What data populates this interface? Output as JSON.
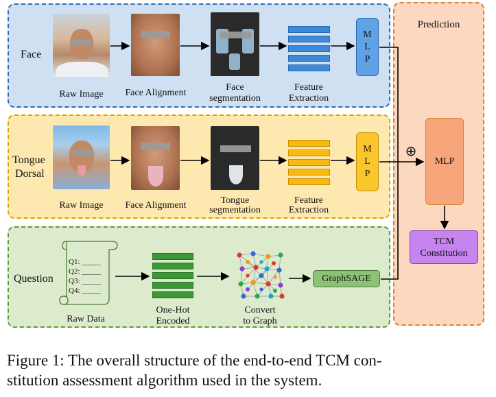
{
  "face": {
    "row_label": "Face",
    "raw_image": "Raw Image",
    "face_alignment": "Face Alignment",
    "segmentation": [
      "Face",
      "segmentation"
    ],
    "feature_extraction": [
      "Feature",
      "Extraction"
    ],
    "mlp": [
      "M",
      "L",
      "P"
    ]
  },
  "tongue": {
    "row_label": [
      "Tongue",
      "Dorsal"
    ],
    "raw_image": "Raw Image",
    "face_alignment": "Face Alignment",
    "segmentation": [
      "Tongue",
      "segmentation"
    ],
    "feature_extraction": [
      "Feature",
      "Extraction"
    ],
    "mlp": [
      "M",
      "L",
      "P"
    ]
  },
  "question": {
    "row_label": "Question",
    "raw_data": "Raw Data",
    "items": [
      "Q1: _____",
      "Q2: _____",
      "Q3: _____",
      "Q4: _____"
    ],
    "one_hot": [
      "One-Hot",
      "Encoded"
    ],
    "convert": [
      "Convert",
      "to Graph"
    ],
    "graphsage": "GraphSAGE"
  },
  "prediction": {
    "title": "Prediction",
    "mlp": "MLP",
    "plus": "⊕",
    "output": [
      "TCM",
      "Constitution"
    ]
  },
  "caption": [
    "Figure 1: The overall structure of the end-to-end TCM con-",
    "stitution assessment algorithm used in the system."
  ],
  "colors": {
    "face_panel": "#cfe0f3",
    "face_border": "#2e6bb5",
    "tongue_panel": "#fde9b0",
    "tongue_border": "#d9a400",
    "question_panel": "#dcebcb",
    "question_border": "#5c9b3a",
    "pred_panel": "#fbd8bf",
    "pred_border": "#d9832e",
    "feature_blue": "#3f8ad8",
    "feature_yellow": "#f7b912",
    "onehot_green": "#3c9a36",
    "mlp_orange": "#f6a67a",
    "tcm_purple": "#c584ee"
  }
}
